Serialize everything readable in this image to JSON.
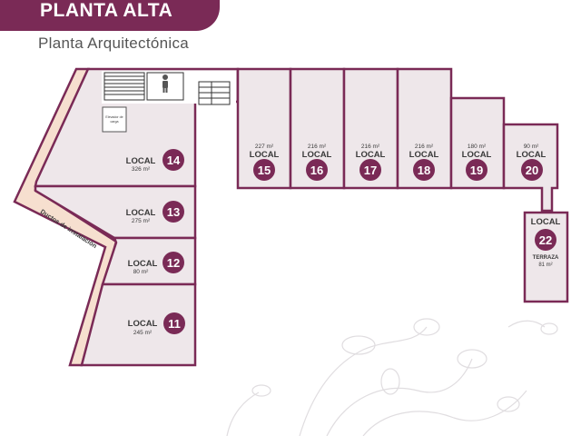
{
  "header": {
    "title": "PLANTA ALTA",
    "subtitle": "Planta Arquitectónica"
  },
  "plan": {
    "word_local": "LOCAL",
    "duct_label": "Ductos de instalación",
    "elevator_label_1": "Elevador de",
    "elevator_label_2": "carga",
    "terrace_label": "TERRAZA",
    "locals": [
      {
        "num": "11",
        "area": "245 m²"
      },
      {
        "num": "12",
        "area": "80 m²"
      },
      {
        "num": "13",
        "area": "275 m²"
      },
      {
        "num": "14",
        "area": "326 m²"
      },
      {
        "num": "15",
        "area": "227 m²"
      },
      {
        "num": "16",
        "area": "216 m²"
      },
      {
        "num": "17",
        "area": "216 m²"
      },
      {
        "num": "18",
        "area": "216 m²"
      },
      {
        "num": "19",
        "area": "180 m²"
      },
      {
        "num": "20",
        "area": "90 m²"
      },
      {
        "num": "22",
        "area": "81 m²"
      }
    ]
  },
  "colors": {
    "brand": "#7a2a56",
    "room_fill": "#eee7ea",
    "wall": "#7a2a56",
    "duct": "#f6dfcf"
  }
}
